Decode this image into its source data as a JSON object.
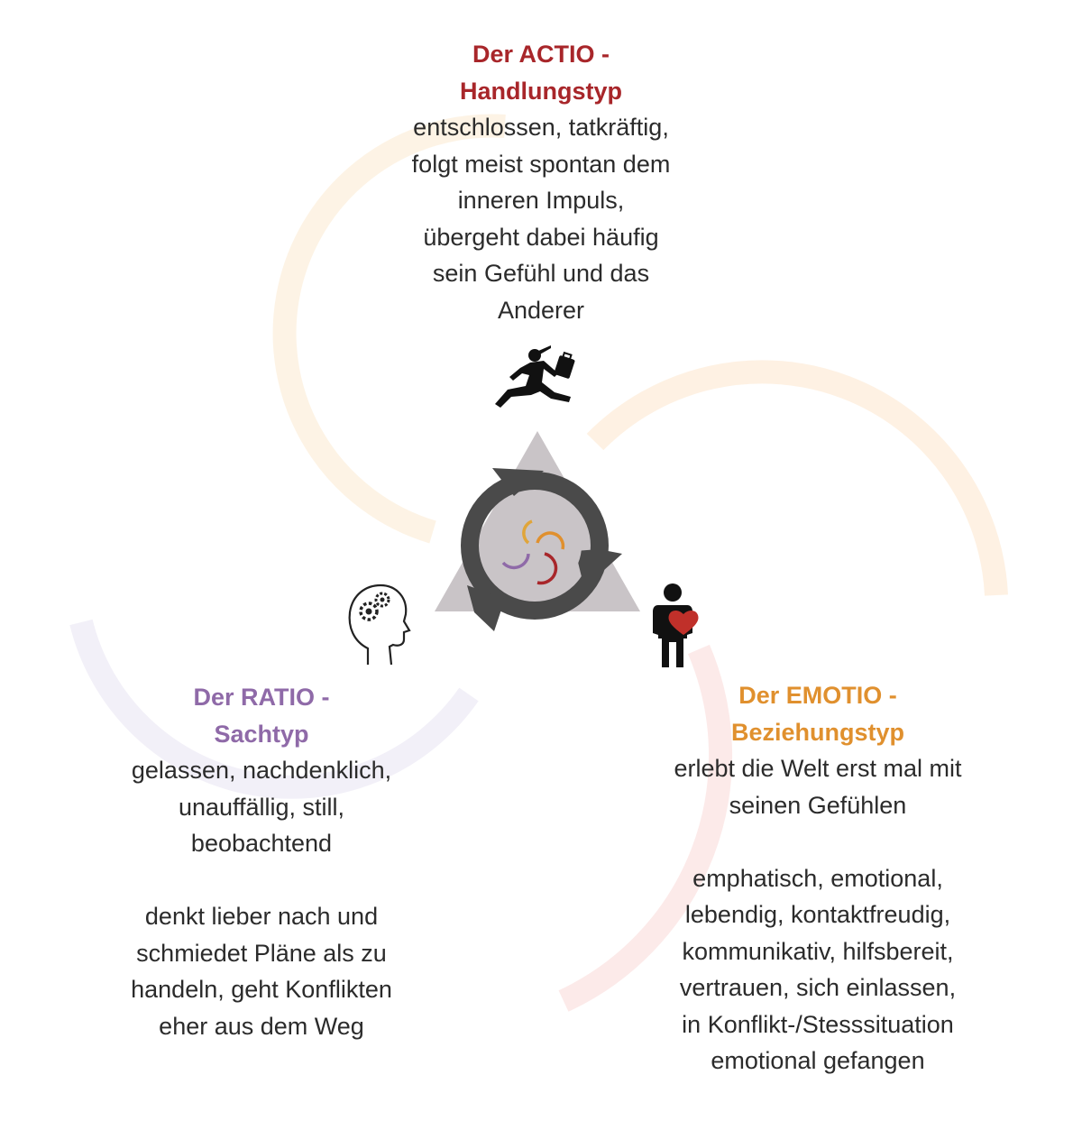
{
  "colors": {
    "actio": "#a8262a",
    "ratio": "#8f6aa8",
    "emotio": "#e0902e",
    "text": "#2b2b2b",
    "cycle_arrows": "#4a4a4a",
    "triangle": "#c9c4c7"
  },
  "actio": {
    "title": [
      "Der ACTIO -",
      "Handlungstyp"
    ],
    "lines": [
      "entschlossen, tatkräftig,",
      "folgt meist spontan dem",
      "inneren Impuls,",
      "übergeht dabei häufig",
      "sein Gefühl und das",
      "Anderer"
    ],
    "icon": "running-businessman-icon"
  },
  "ratio": {
    "title": [
      "Der RATIO -",
      "Sachtyp"
    ],
    "lines_1": [
      "gelassen, nachdenklich,",
      "unauffällig, still,",
      "beobachtend"
    ],
    "lines_2": [
      "denkt lieber nach und",
      "schmiedet Pläne als zu",
      "handeln, geht Konflikten",
      "eher aus dem Weg"
    ],
    "icon": "head-with-gears-icon"
  },
  "emotio": {
    "title": [
      "Der EMOTIO -",
      "Beziehungstyp"
    ],
    "lines_1": [
      "erlebt die Welt erst mal mit",
      "seinen Gefühlen"
    ],
    "lines_2": [
      "emphatisch, emotional,",
      "lebendig, kontaktfreudig,",
      "kommunikativ, hilfsbereit,",
      "vertrauen, sich einlassen,",
      "in Konflikt-/Stesssituation",
      "emotional gefangen"
    ],
    "icon": "person-with-heart-icon"
  },
  "center": {
    "icon": "cycle-arrows-triangle-icon"
  }
}
